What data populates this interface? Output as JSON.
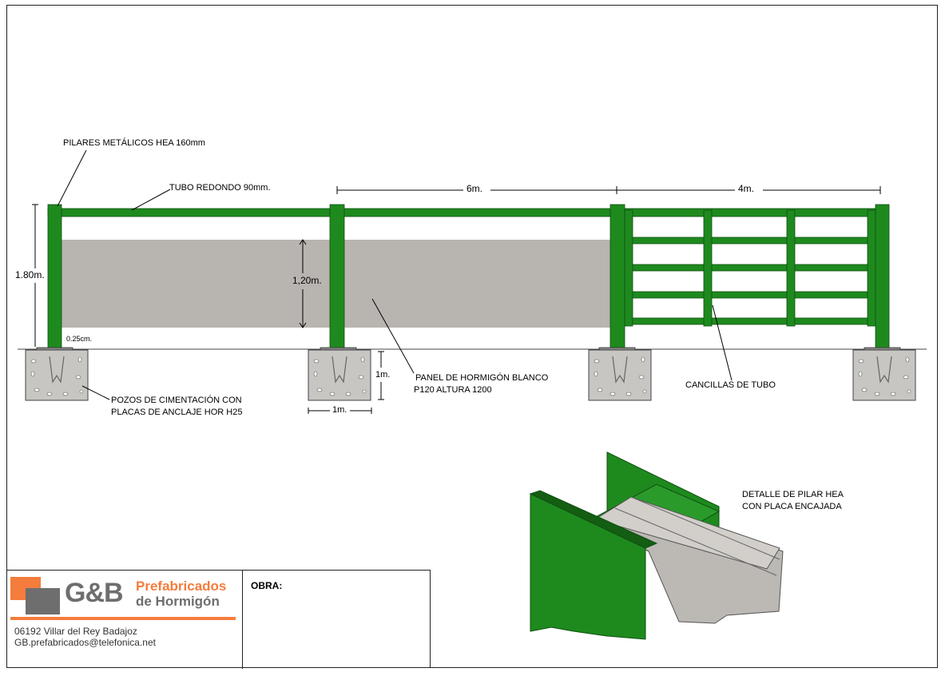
{
  "colors": {
    "steel_green": "#1e8a1e",
    "steel_green_dark": "#135e13",
    "panel_grey": "#b8b4b0",
    "footing_grey": "#c8c6c2",
    "brand_orange": "#f47c3c",
    "brand_grey": "#6e6e6e"
  },
  "annotations": {
    "pilares": "PILARES METÁLICOS HEA 160mm",
    "tubo": "TUBO REDONDO 90mm.",
    "span_6m": "6m.",
    "span_4m": "4m.",
    "height_180": "1.80m.",
    "height_120": "1,20m.",
    "gap_025": "0.25cm.",
    "depth_1m": "1m.",
    "width_1m": "1m.",
    "panel_line1": "PANEL DE HORMIGÓN BLANCO",
    "panel_line2": "P120 ALTURA 1200",
    "pozos_line1": "POZOS DE CIMENTACIÓN CON",
    "pozos_line2": "PLACAS DE ANCLAJE HOR H25",
    "cancillas": "CANCILLAS DE TUBO",
    "detalle_line1": "DETALLE DE PILAR HEA",
    "detalle_line2": "CON PLACA ENCAJADA"
  },
  "title_block": {
    "logo_letters": "G&B",
    "logo_line1": "Prefabricados",
    "logo_line2": "de Hormigón",
    "address": "06192 Villar del Rey Badajoz",
    "email": "GB.prefabricados@telefonica.net",
    "obra_label": "OBRA:"
  }
}
